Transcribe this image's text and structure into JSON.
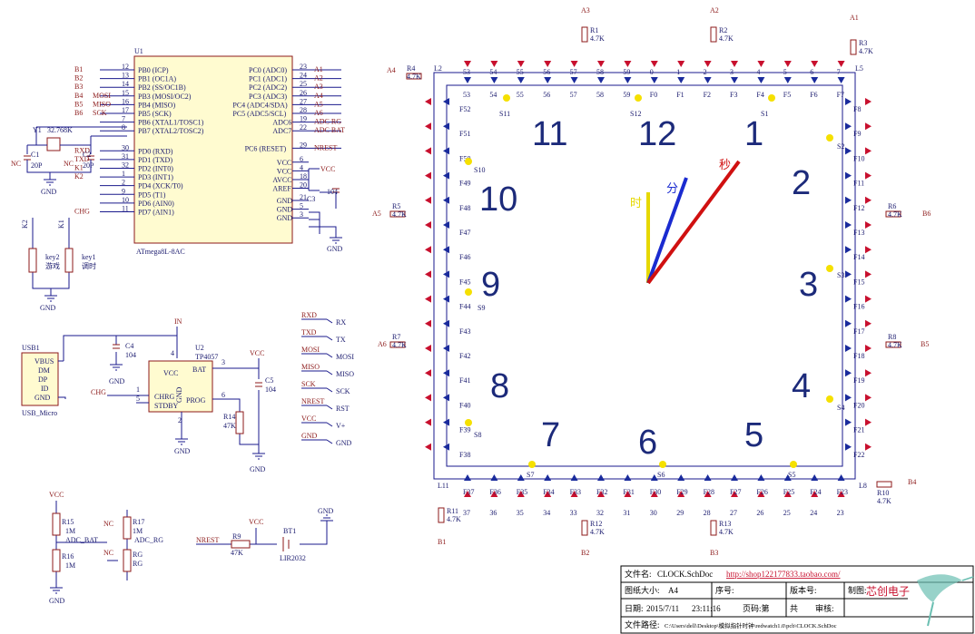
{
  "mcu": {
    "ref": "U1",
    "part": "ATmega8L-8AC",
    "left_pins": [
      {
        "net": "B1",
        "num": "12",
        "name": "PB0 (ICP)"
      },
      {
        "net": "B2",
        "num": "13",
        "name": "PB1 (OC1A)"
      },
      {
        "net": "B3",
        "num": "14",
        "name": "PB2 (SS/OC1B)"
      },
      {
        "net": "B4",
        "net2": "MOSI",
        "num": "15",
        "name": "PB3 (MOSI/OC2)"
      },
      {
        "net": "B5",
        "net2": "MISO",
        "num": "16",
        "name": "PB4 (MISO)"
      },
      {
        "net": "B6",
        "net2": "SCK",
        "num": "17",
        "name": "PB5 (SCK)"
      },
      {
        "net": "",
        "num": "7",
        "name": "PB6 (XTAL1/TOSC1)"
      },
      {
        "net": "",
        "num": "8",
        "name": "PB7 (XTAL2/TOSC2)"
      },
      {
        "net": "RXD",
        "num": "30",
        "name": "PD0 (RXD)"
      },
      {
        "net": "TXD",
        "num": "31",
        "name": "PD1 (TXD)"
      },
      {
        "net": "K1",
        "num": "32",
        "name": "PD2 (INT0)"
      },
      {
        "net": "K2",
        "num": "1",
        "name": "PD3 (INT1)"
      },
      {
        "net": "",
        "num": "2",
        "name": "PD4 (XCK/T0)"
      },
      {
        "net": "",
        "num": "9",
        "name": "PD5 (T1)"
      },
      {
        "net": "",
        "num": "10",
        "name": "PD6 (AIN0)"
      },
      {
        "net": "CHG",
        "num": "11",
        "name": "PD7 (AIN1)"
      }
    ],
    "right_pins": [
      {
        "net": "A1",
        "num": "23",
        "name": "PC0 (ADC0)"
      },
      {
        "net": "A2",
        "num": "24",
        "name": "PC1 (ADC1)"
      },
      {
        "net": "A3",
        "num": "25",
        "name": "PC2 (ADC2)"
      },
      {
        "net": "A4",
        "num": "26",
        "name": "PC3 (ADC3)"
      },
      {
        "net": "A5",
        "num": "27",
        "name": "PC4 (ADC4/SDA)"
      },
      {
        "net": "A6",
        "num": "28",
        "name": "PC5 (ADC5/SCL)"
      },
      {
        "net": "ADC_RG",
        "num": "19",
        "name": "ADC6"
      },
      {
        "net": "ADC_BAT",
        "num": "22",
        "name": "ADC7"
      },
      {
        "net": "NREST",
        "num": "29",
        "name": "PC6 (RESET)"
      },
      {
        "net": "VCC",
        "num": "6",
        "name": "VCC"
      },
      {
        "net": "",
        "num": "4",
        "name": "VCC"
      },
      {
        "net": "",
        "num": "18",
        "name": "AVCC"
      },
      {
        "net": "",
        "num": "20",
        "name": "AREF"
      },
      {
        "net": "",
        "num": "21",
        "name": "GND"
      },
      {
        "net": "",
        "num": "5",
        "name": "GND"
      },
      {
        "net": "",
        "num": "3",
        "name": "GND"
      }
    ]
  },
  "crystal": {
    "ref": "Y1",
    "value": "32.768K",
    "c1": "C1",
    "c1v": "20P",
    "c2": "C2",
    "c2v": "20P",
    "nc": "NC",
    "gnd": "GND"
  },
  "cap3": {
    "ref": "C3",
    "value": "104",
    "gnd": "GND"
  },
  "keys": {
    "k2": "K2",
    "k1": "K1",
    "key2_label": "key2",
    "key2_cn": "游戏",
    "key1_label": "key1",
    "key1_cn": "调时",
    "gnd": "GND"
  },
  "usb": {
    "ref": "USB1",
    "pins": [
      "VBUS",
      "DM",
      "DP",
      "ID",
      "GND"
    ],
    "part": "USB_Micro"
  },
  "charger": {
    "ref": "U2",
    "part": "TP4057",
    "pin_bat": "BAT",
    "pin_vcc": "VCC",
    "pin_chrg": "CHRG",
    "pin_stdby": "STDBY",
    "pin_gnd": "GND",
    "pin_prog": "PROG",
    "in": "IN",
    "chg": "CHG",
    "c4": "C4",
    "c4v": "104",
    "c5": "C5",
    "c5v": "104",
    "vcc": "VCC",
    "r14": "R14",
    "r14v": "47K",
    "pins": [
      "4",
      "3",
      "1",
      "5",
      "6",
      "2"
    ],
    "gnd": "GND"
  },
  "netports": [
    {
      "l": "RXD",
      "r": "RX"
    },
    {
      "l": "TXD",
      "r": "TX"
    },
    {
      "l": "MOSI",
      "r": "MOSI"
    },
    {
      "l": "MISO",
      "r": "MISO"
    },
    {
      "l": "SCK",
      "r": "SCK"
    },
    {
      "l": "NREST",
      "r": "RST"
    },
    {
      "l": "VCC",
      "r": "V+"
    },
    {
      "l": "GND",
      "r": "GND"
    }
  ],
  "divider": {
    "vcc": "VCC",
    "r15": "R15",
    "r15v": "1M",
    "r16": "R16",
    "r16v": "1M",
    "adc_bat": "ADC_BAT",
    "nc": "NC",
    "r17": "R17",
    "r17v": "1M",
    "rg": "RG",
    "rg2": "RG",
    "adc_rg": "ADC_RG",
    "gnd": "GND"
  },
  "reset": {
    "net": "NREST",
    "r9": "R9",
    "r9v": "47K",
    "vcc": "VCC",
    "bt": "BT1",
    "btv": "LIR2032",
    "gnd": "GND"
  },
  "clock": {
    "numerals": [
      "12",
      "1",
      "2",
      "3",
      "4",
      "5",
      "6",
      "7",
      "8",
      "9",
      "10",
      "11"
    ],
    "hand_hour_label": "时",
    "hand_min_label": "分",
    "hand_sec_label": "秒",
    "top_leds": [
      "53",
      "54",
      "55",
      "56",
      "57",
      "58",
      "59",
      "F0",
      "F1",
      "F2",
      "F3",
      "F4",
      "F5",
      "F6",
      "F7"
    ],
    "top_nums": [
      "53",
      "54",
      "55",
      "56",
      "57",
      "58",
      "59",
      "0",
      "1",
      "2",
      "3",
      "4",
      "5",
      "6",
      "7"
    ],
    "right_leds": [
      "F8",
      "F9",
      "F10",
      "F11",
      "F12",
      "F13",
      "F14",
      "F15",
      "F16",
      "F17",
      "F18",
      "F19",
      "F20",
      "F21",
      "F22"
    ],
    "bottom_leds": [
      "F37",
      "F36",
      "F35",
      "F34",
      "F33",
      "F32",
      "F31",
      "F30",
      "F29",
      "F28",
      "F27",
      "F26",
      "F25",
      "F24",
      "F23"
    ],
    "bottom_nums": [
      "37",
      "36",
      "35",
      "34",
      "33",
      "32",
      "31",
      "30",
      "29",
      "28",
      "27",
      "26",
      "25",
      "24",
      "23"
    ],
    "left_leds": [
      "F52",
      "F51",
      "F50",
      "F49",
      "F48",
      "F47",
      "F46",
      "F45",
      "F44",
      "F43",
      "F42",
      "F41",
      "F40",
      "F39",
      "F38"
    ],
    "switch_labels": [
      "S1",
      "S2",
      "S3",
      "S4",
      "S5",
      "S6",
      "S7",
      "S8",
      "S9",
      "S10",
      "S11",
      "S12"
    ],
    "resistors": [
      {
        "ref": "R1",
        "val": "4.7K",
        "net": "A3"
      },
      {
        "ref": "R2",
        "val": "4.7K",
        "net": "A2"
      },
      {
        "ref": "R3",
        "val": "4.7K",
        "net": "A1"
      },
      {
        "ref": "R4",
        "val": "4.7K",
        "net": "A4"
      },
      {
        "ref": "R5",
        "val": "4.7K",
        "net": "A5"
      },
      {
        "ref": "R6",
        "val": "4.7K",
        "net": "B6"
      },
      {
        "ref": "R7",
        "val": "4.7K",
        "net": "A6"
      },
      {
        "ref": "R8",
        "val": "4.7K",
        "net": "B5"
      },
      {
        "ref": "R10",
        "val": "4.7K",
        "net": "B4"
      },
      {
        "ref": "R11",
        "val": "4.7K",
        "net": "B1"
      },
      {
        "ref": "R12",
        "val": "4.7K",
        "net": "B2"
      },
      {
        "ref": "R13",
        "val": "4.7K",
        "net": "B3"
      }
    ],
    "corner_leds": [
      "L2",
      "L5",
      "L8",
      "L11"
    ]
  },
  "title_block": {
    "file_label": "文件名:",
    "file": "CLOCK.SchDoc",
    "url": "http://shop122177833.taobao.com/",
    "size_label": "图纸大小:",
    "size": "A4",
    "seq_label": "序号:",
    "ver_label": "版本号:",
    "drawn_label": "制图:",
    "brand": "芯创电子",
    "date_label": "日期:",
    "date": "2015/7/11",
    "time": "23:11:16",
    "page_label": "页码:第",
    "page_of": "共",
    "review_label": "审核:",
    "path_label": "文件路径:",
    "path": "C:\\Users\\dell\\Desktop\\模拟指针时钟\\redwatch1.0\\pcb\\CLOCK.SchDoc"
  },
  "colors": {
    "wire": "#1a1a8c",
    "led": "#c8102e",
    "led_blue": "#1a2b9c",
    "hour": "#e6d800",
    "minute": "#1a2bd0",
    "second": "#d01010",
    "yellow_dot": "#f5e000",
    "numeral": "#1c2a7a"
  }
}
